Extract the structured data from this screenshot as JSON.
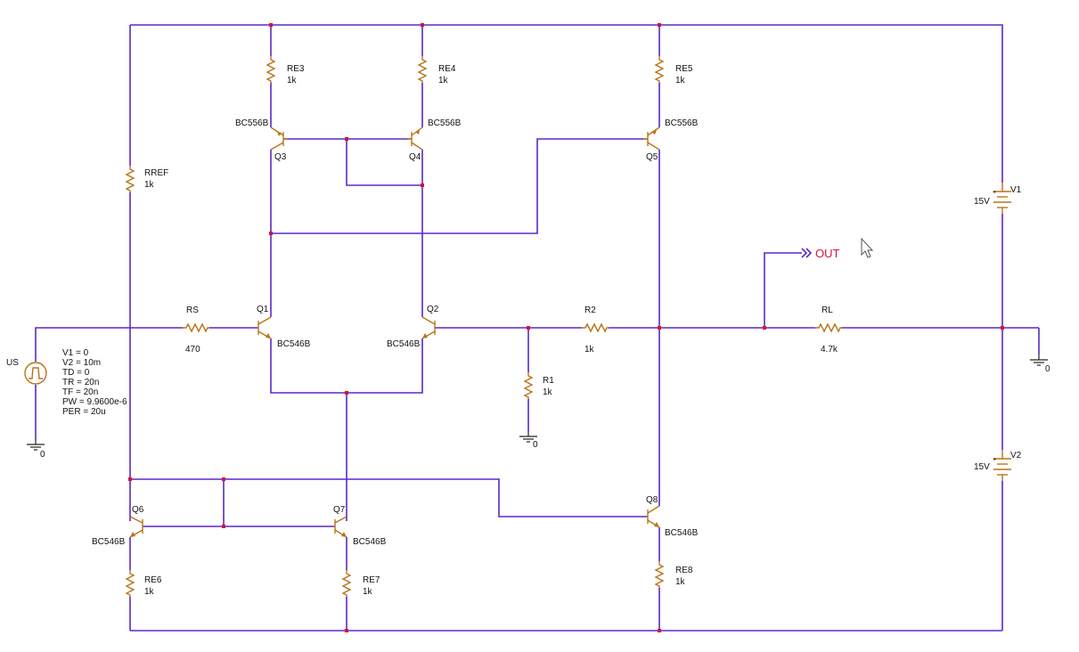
{
  "components": {
    "re3": {
      "name": "RE3",
      "value": "1k"
    },
    "re4": {
      "name": "RE4",
      "value": "1k"
    },
    "re5": {
      "name": "RE5",
      "value": "1k"
    },
    "rref": {
      "name": "RREF",
      "value": "1k"
    },
    "rs": {
      "name": "RS",
      "value": "470"
    },
    "r2": {
      "name": "R2",
      "value": "1k"
    },
    "r1": {
      "name": "R1",
      "value": "1k"
    },
    "rl": {
      "name": "RL",
      "value": "4.7k"
    },
    "re6": {
      "name": "RE6",
      "value": "1k"
    },
    "re7": {
      "name": "RE7",
      "value": "1k"
    },
    "re8": {
      "name": "RE8",
      "value": "1k"
    },
    "q1": {
      "name": "Q1",
      "model": "BC546B"
    },
    "q2": {
      "name": "Q2",
      "model": "BC546B"
    },
    "q3": {
      "name": "Q3",
      "model": "BC556B"
    },
    "q4": {
      "name": "Q4",
      "model": "BC556B"
    },
    "q5": {
      "name": "Q5",
      "model": "BC556B"
    },
    "q6": {
      "name": "Q6",
      "model": "BC546B"
    },
    "q7": {
      "name": "Q7",
      "model": "BC546B"
    },
    "q8": {
      "name": "Q8",
      "model": "BC546B"
    },
    "v1": {
      "name": "V1",
      "value": "15V"
    },
    "v2": {
      "name": "V2",
      "value": "15V"
    },
    "us": {
      "name": "US",
      "params": [
        "V1 = 0",
        "V2 = 10m",
        "TD = 0",
        "TR = 20n",
        "TF = 20n",
        "PW = 9.9600e-6",
        "PER = 20u"
      ]
    }
  },
  "ground_label": "0",
  "out_label": "OUT",
  "colors": {
    "wire": "#5a28c8",
    "component": "#b8741a",
    "node": "#d4143a",
    "out": "#d4143a"
  }
}
